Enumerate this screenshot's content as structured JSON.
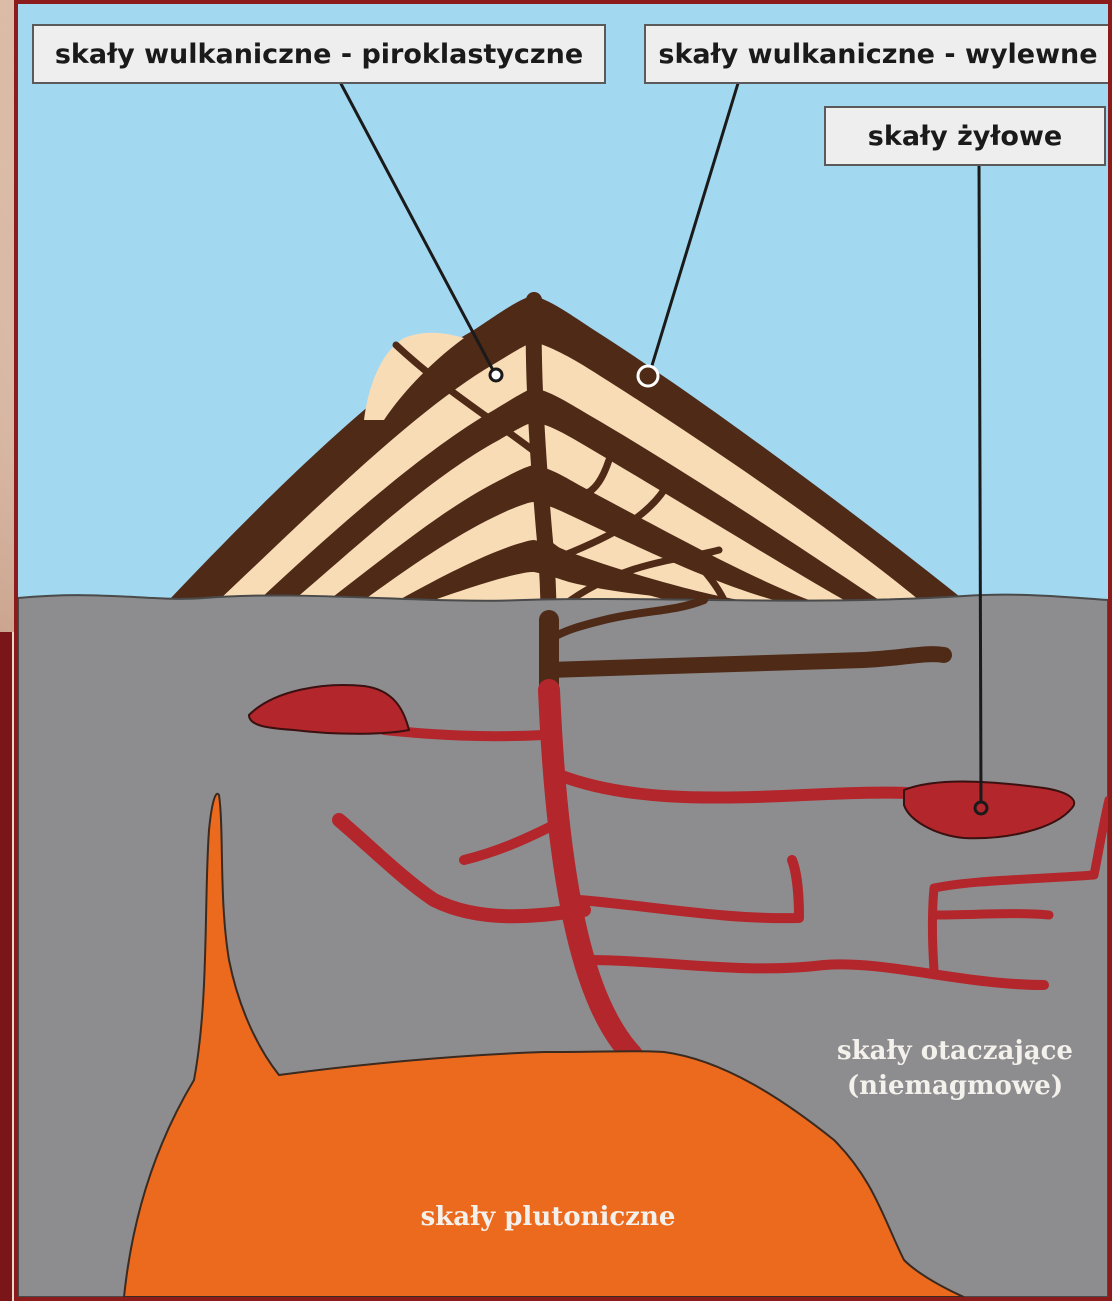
{
  "labels": {
    "pyroclastic": "skały wulkaniczne - piroklastyczne",
    "effusive": "skały wulkaniczne - wylewne",
    "dike": "skały żyłowe",
    "country_rock_line1": "skały otaczające",
    "country_rock_line2": "(niemagmowe)",
    "plutonic": "skały plutoniczne"
  },
  "colors": {
    "sky": "#a3d8f1",
    "country_rock": "#8d8d8f",
    "pluton": "#ec6a1e",
    "dike_red": "#b3262b",
    "lava_brown": "#4e2a17",
    "tephra_cream": "#f8dcb6",
    "frame": "#8c1b1b"
  }
}
